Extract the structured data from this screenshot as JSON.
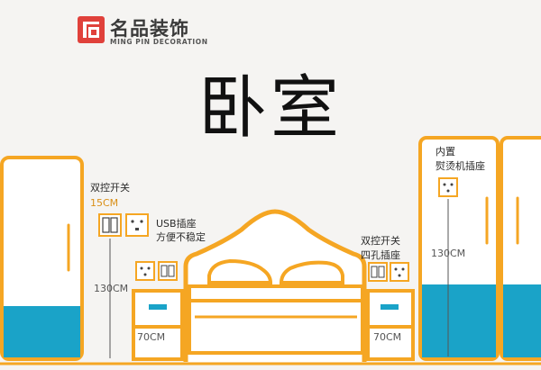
{
  "brand": {
    "name": "名品装饰",
    "subtitle": "MING PIN DECORATION",
    "accent": "#e0413b"
  },
  "room_title": "卧室",
  "colors": {
    "orange": "#f5a623",
    "blue": "#1aa3c8",
    "text": "#2b2b2b"
  },
  "labels": {
    "dual_switch_left": "双控开关",
    "dual_switch_left_height": "15CM",
    "usb_socket_line1": "USB插座",
    "usb_socket_line2": "方便不稳定",
    "wall_height_left": "130CM",
    "nightstand_left_height": "70CM",
    "dual_switch_right": "双控开关",
    "four_hole_socket": "四孔插座",
    "nightstand_right_height": "70CM",
    "builtin_line1": "内置",
    "builtin_line2": "熨烫机插座",
    "wardrobe_right_height": "130CM"
  }
}
